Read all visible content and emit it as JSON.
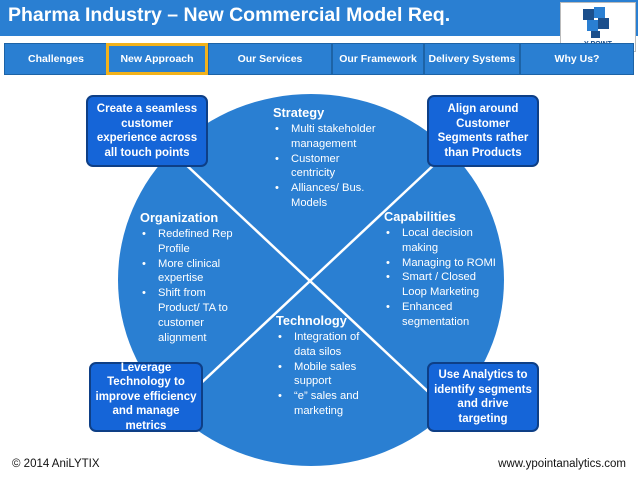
{
  "header": {
    "title": "Pharma Industry – New Commercial Model Req.",
    "logo_text": "Y POINT"
  },
  "nav": {
    "tabs": [
      {
        "label": "Challenges"
      },
      {
        "label": "New Approach"
      },
      {
        "label": "Our Services"
      },
      {
        "label": "Our Framework"
      },
      {
        "label": "Delivery Systems"
      },
      {
        "label": "Why Us?"
      }
    ]
  },
  "diagram": {
    "strategy": {
      "title": "Strategy",
      "items": [
        "Multi stakeholder management",
        "Customer centricity",
        "Alliances/ Bus. Models"
      ]
    },
    "organization": {
      "title": "Organization",
      "items": [
        "Redefined Rep Profile",
        "More clinical expertise",
        "Shift from Product/ TA to customer alignment"
      ]
    },
    "capabilities": {
      "title": "Capabilities",
      "items": [
        "Local decision making",
        "Managing to ROMI",
        "Smart / Closed Loop Marketing",
        "Enhanced segmentation"
      ]
    },
    "technology": {
      "title": "Technology",
      "items": [
        "Integration of data silos",
        "Mobile sales support",
        "“e” sales and marketing"
      ]
    },
    "callouts": {
      "top_left": "Create a seamless customer experience across all touch points",
      "top_right": "Align around Customer Segments rather than Products",
      "bottom_left": "Leverage Technology to improve efficiency and manage metrics",
      "bottom_right": "Use Analytics to identify segments and drive targeting"
    }
  },
  "footer": {
    "copyright": "© 2014 AniLYTIX",
    "url": "www.ypointanalytics.com"
  },
  "colors": {
    "primary_blue": "#2a7fd2",
    "callout_blue": "#1565d8",
    "active_tab_border": "#f2b21b"
  }
}
